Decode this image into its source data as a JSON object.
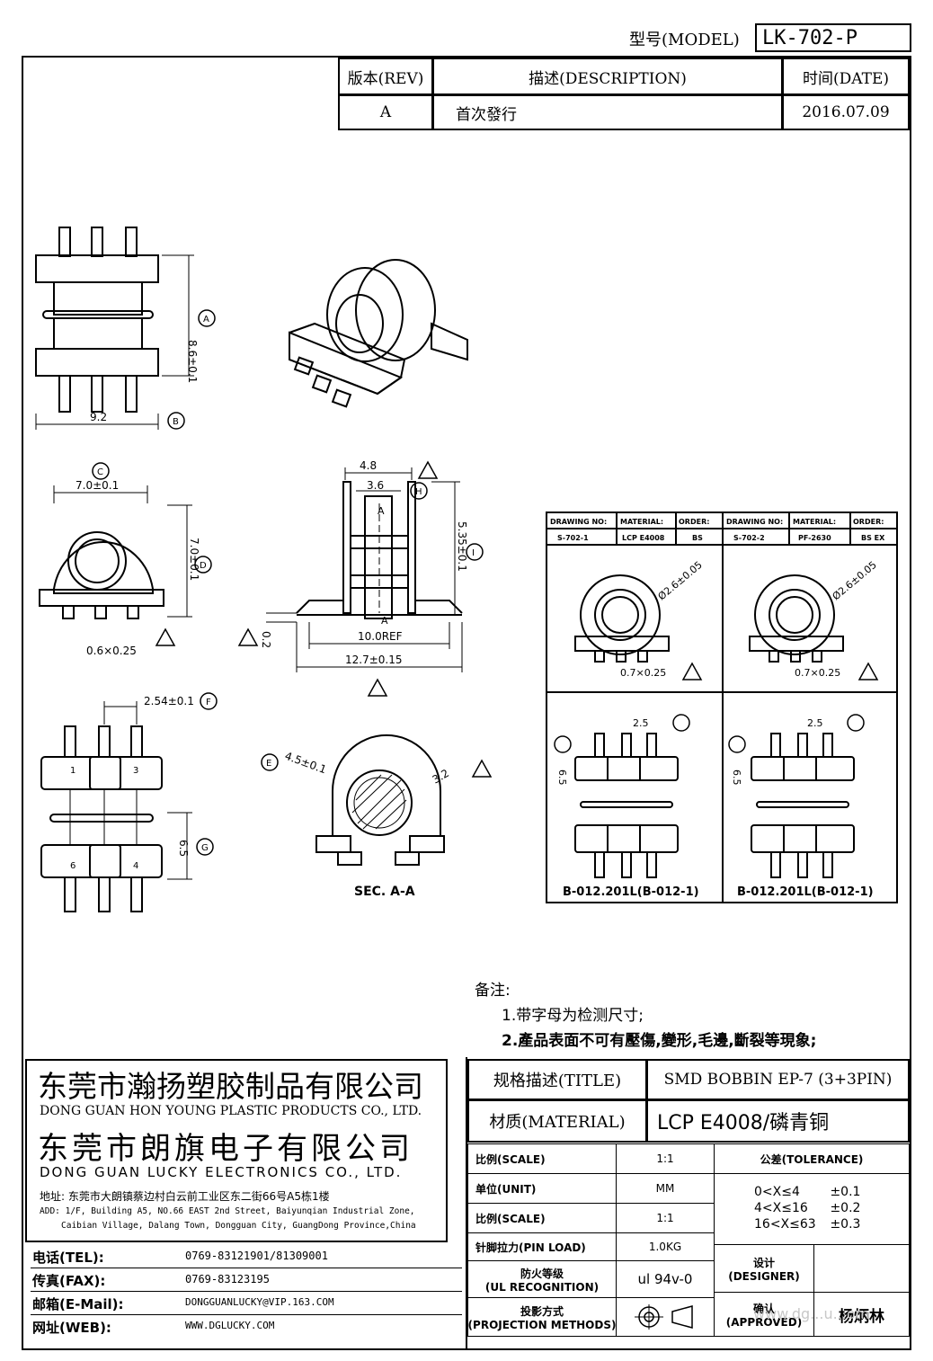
{
  "model": {
    "label": "型号(MODEL)",
    "value": "LK-702-P"
  },
  "revision_table": {
    "headers": [
      "版本(REV)",
      "描述(DESCRIPTION)",
      "时间(DATE)"
    ],
    "rows": [
      [
        "A",
        "首次發行",
        "2016.07.09"
      ]
    ]
  },
  "dims": {
    "top_height": "8.6±0.1",
    "top_width": "9.2",
    "c_width": "7.0±0.1",
    "c_height": "7.0±0.1",
    "pin_width": "0.6×0.25",
    "pitch": "2.54±0.1",
    "row_gap": "6.5",
    "side_top": "4.8",
    "side_inner": "3.6",
    "side_height": "5.35±0.1",
    "side_inner_width": "10.0REF",
    "side_total": "12.7±0.15",
    "side_standoff": "0.2",
    "sec_left": "4.5±0.1",
    "sec_right": "3.2",
    "section_label": "SEC. A-A"
  },
  "circles": {
    "A": "A",
    "B": "B",
    "C": "C",
    "D": "D",
    "E": "E",
    "F": "F",
    "G": "G",
    "H": "H",
    "I": "I"
  },
  "pin_numbers": [
    "1",
    "3",
    "6",
    "4"
  ],
  "variants_table": {
    "headers": [
      "DRAWING NO:",
      "MATERIAL:",
      "ORDER:",
      "DRAWING NO:",
      "MATERIAL:",
      "ORDER:"
    ],
    "row": [
      "S-702-1",
      "LCP E4008",
      "BS",
      "S-702-2",
      "PF-2630",
      "BS EX"
    ],
    "hole_dim": "Ø2.6±0.05",
    "pin_dim": "0.7×0.25",
    "pitch": "2.5",
    "gap": "6.5",
    "caption_left": "B-012.201L(B-012-1)",
    "caption_right": "B-012.201L(B-012-1)"
  },
  "notes": {
    "title": "备注:",
    "items": [
      "1.带字母为检测尺寸;",
      "2.產品表面不可有壓傷,變形,毛邊,斷裂等現象;"
    ]
  },
  "company": {
    "name_cn_1": "东莞市瀚扬塑胶制品有限公司",
    "name_en_1": "DONG GUAN HON YOUNG PLASTIC PRODUCTS CO., LTD.",
    "name_cn_2": "东莞市朗旗电子有限公司",
    "name_en_2": "DONG GUAN LUCKY ELECTRONICS CO., LTD.",
    "address_cn": "地址: 东莞市大朗镇蔡边村白云前工业区东二街66号A5栋1楼",
    "address_en_1": "ADD: 1/F, Building A5, NO.66 EAST 2nd Street, Baiyunqian Industrial Zone,",
    "address_en_2": "Caibian Village, Dalang Town, Dongguan City, GuangDong Province,China"
  },
  "contacts": [
    {
      "label": "电话(TEL):",
      "value": "0769-83121901/81309001"
    },
    {
      "label": "传真(FAX):",
      "value": "0769-83123195"
    },
    {
      "label": "邮箱(E-Mail):",
      "value": "DONGGUANLUCKY@VIP.163.COM"
    },
    {
      "label": "网址(WEB):",
      "value": "WWW.DGLUCKY.COM"
    }
  ],
  "spec": {
    "title_label": "规格描述(TITLE)",
    "title_value": "SMD BOBBIN EP-7 (3+3PIN)",
    "material_label": "材质(MATERIAL)",
    "material_value": "LCP E4008/磷青铜",
    "scale_label": "比例(SCALE)",
    "scale_value": "1:1",
    "unit_label": "单位(UNIT)",
    "unit_value": "MM",
    "scale2_label": "比例(SCALE)",
    "scale2_value": "1:1",
    "pin_load_label": "针脚拉力(PIN LOAD)",
    "pin_load_value": "1.0KG",
    "ul_label_1": "防火等级",
    "ul_label_2": "(UL RECOGNITION)",
    "ul_value": "ul 94v-0",
    "projection_label_1": "投影方式",
    "projection_label_2": "(PROJECTION METHODS)",
    "tolerance_label": "公差(TOLERANCE)",
    "tolerances": [
      {
        "range": "0<X≤4",
        "value": "±0.1"
      },
      {
        "range": "4<X≤16",
        "value": "±0.2"
      },
      {
        "range": "16<X≤63",
        "value": "±0.3"
      }
    ],
    "designer_label_1": "设计",
    "designer_label_2": "(DESIGNER)",
    "approved_label_1": "确认",
    "approved_label_2": "(APPROVED)",
    "approved_value": "杨炳林"
  },
  "watermark": "www.dg...u...om"
}
